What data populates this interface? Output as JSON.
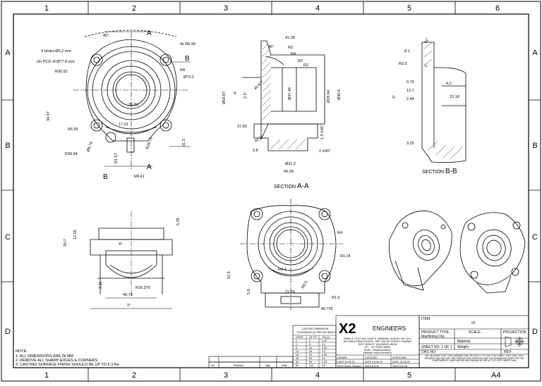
{
  "border": {
    "col_labels": [
      "1",
      "2",
      "3",
      "4",
      "5",
      "6"
    ],
    "row_labels": [
      "A",
      "B",
      "C",
      "D"
    ]
  },
  "view1": {
    "labels": [
      "4 Holes Ø6.2 mm",
      "On PCD of Ø77.8 mm",
      "4x R6.99",
      "R30.52",
      "R8",
      "Ø73.2",
      "35.81",
      "34.97",
      "17.01",
      "R6.99",
      "R39.34",
      "Ø8.79",
      "R1.57",
      "R26.75",
      "R8.41",
      "31.3",
      "45°"
    ],
    "cut_letters": [
      "A",
      "A",
      "B",
      "B"
    ]
  },
  "sectionAA": {
    "title_word": "SECTION",
    "title_letter": "A-A",
    "labels": [
      "41.08",
      "R2",
      "R4",
      "R2",
      "R2",
      "45°",
      "Ø54.87",
      "4°",
      "2.5°",
      "45.97°",
      "Ø37.46",
      "Ø29.84",
      "Ø30.6",
      "37.83",
      "1.5 X45°",
      "91.5°",
      "0.8",
      "2 X45°",
      "Ø31.2",
      "40.28"
    ]
  },
  "sectionBB": {
    "title_word": "SECTION",
    "title_letter": "B-B",
    "labels": [
      "8.1",
      "91°",
      "R2.5",
      "1°",
      "0.75",
      "13.7",
      "2.84",
      "4.2",
      "23.18",
      "2°",
      "3.25"
    ]
  },
  "viewC1": {
    "labels": [
      "12.05",
      "20.7",
      "4°",
      "5.29",
      "3.11",
      "R20.375",
      "40.73",
      "2°"
    ]
  },
  "viewC2": {
    "labels": [
      "R4",
      "R1.14",
      "51.5",
      "R0.4",
      "5.8",
      "21.55",
      "R0.5",
      "R1.5",
      "40.725"
    ]
  },
  "notes": {
    "title": "NOTE:",
    "lines": [
      "1. ALL DIMENSIONS ARE IN MM",
      "2. REMOVE ALL SHARP EDGES & CORNERS",
      "3. CASTING SURFACE FINISH SHOULD BE UP TO 6.3 Ra"
    ]
  },
  "revision_table": {
    "headers": [
      "No.",
      "Revision",
      "Sign",
      "Date"
    ]
  },
  "tolerance_table": {
    "title": "CASTING DIMENSION",
    "subtitle": "TOLERANCE AS PER ISO 8062-3",
    "headers": [
      "OVER",
      "UP TO",
      "TOL(±)"
    ],
    "rows": [
      [
        "0",
        "3",
        "0.15"
      ],
      [
        "3",
        "6",
        "0.2"
      ],
      [
        "6",
        "10",
        "0.25"
      ],
      [
        "10",
        "18",
        "0.3"
      ],
      [
        "18",
        "30",
        "0.35"
      ],
      [
        "30",
        "50",
        "0.4"
      ],
      [
        "50",
        "80",
        "0.45"
      ],
      [
        "80",
        "120",
        "0.5"
      ]
    ]
  },
  "company": {
    "logo": "X2",
    "logo_word": "ENGINEERS",
    "address_lines": [
      "SHED-6, PLOT NO-7 AND 8, VERAWAL SURVEY NO 22/1,",
      "JAY INDUSTRIAL ESTATE, OPP. SOLAR STREET SHAPAR,",
      "DIST. RAJKOT (GUJARAT) INDIA",
      "PH : +91 97632 45605",
      "Email : info@x2works.in",
      "Website: www.x2works.in"
    ],
    "sign_rows": [
      [
        "DRAWN",
        "CHECKED",
        "APPROVED"
      ],
      [
        "DATE 19-05-20",
        "DATE 19-05-20",
        "DATE 19-05-20"
      ],
      [
        "SIGN Rudra Sangani",
        "SIGN R.A.B.",
        "SIGN S.A.VA"
      ]
    ]
  },
  "title_block": {
    "item_label": "ITEM:",
    "item_value": "02",
    "product_type_label": "PRODUCT TYPE:",
    "product_type_value": "Machining Drg.",
    "scale_label": "SCALE:",
    "projection_label": "PROJECTION",
    "material_label": "Material:",
    "sheet_label": "SHEET NO: 1 OF 1",
    "weight_label": "Weight:",
    "drg_no_label": "DRG NO:",
    "rev_label": "REV:",
    "disclaimer": "WE DECLARE THAT THIS DRAWING ARE PROPERTY OF OUR CUSTOMER. THEY GIVE THIS DRAWING AND WE USE FOR PRODUCTION PURPOSE AND THE DRAWINGS DONE FOR THE COMPONENTS. PURPOSE WE ARE REMAIN IN THE ACT OF COPY WRITE LAW.",
    "sheet_size": "A4"
  }
}
